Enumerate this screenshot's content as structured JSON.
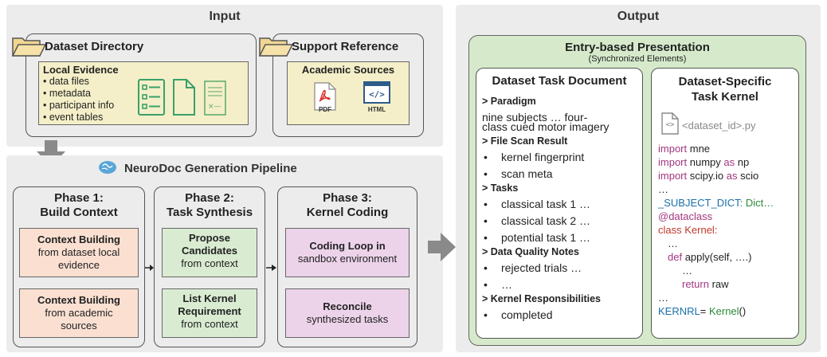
{
  "input": {
    "title": "Input",
    "dataset_directory": {
      "title": "Dataset Directory",
      "local_evidence": {
        "title": "Local Evidence",
        "items": [
          "data files",
          "metadata",
          "participant info",
          "event tables"
        ]
      }
    },
    "support_reference": {
      "title": "Support Reference",
      "academic_sources": {
        "title": "Academic Sources",
        "pdf_label": "PDF",
        "html_label": "HTML",
        "html_glyph": "</>"
      }
    }
  },
  "pipeline": {
    "title": "NeuroDoc Generation Pipeline",
    "phase1": {
      "title_line1": "Phase 1:",
      "title_line2": "Build Context",
      "box1_bold": "Context Building",
      "box1_line1": "from dataset local",
      "box1_line2": "evidence",
      "box2_bold": "Context Building",
      "box2_line1": "from academic",
      "box2_line2": "sources"
    },
    "phase2": {
      "title_line1": "Phase 2:",
      "title_line2": "Task Synthesis",
      "box1_bold1": "Propose",
      "box1_bold2": "Candidates",
      "box1_line": "from context",
      "box2_bold1": "List Kernel",
      "box2_bold2": "Requirement",
      "box2_line": "from context"
    },
    "phase3": {
      "title_line1": "Phase 3:",
      "title_line2": "Kernel Coding",
      "box1_bold": "Coding Loop in",
      "box1_line": "sandbox environment",
      "box2_bold": "Reconcile",
      "box2_line": "synthesized tasks"
    }
  },
  "output": {
    "title": "Output",
    "entry_title": "Entry-based Presentation",
    "entry_subtitle": "(Synchronized Elements)",
    "doc": {
      "title": "Dataset Task Document",
      "paradigm_head": "> Paradigm",
      "paradigm_line1": "nine subjects … four-",
      "paradigm_line2": "class cued motor imagery",
      "scan_head": "> File Scan Result",
      "scan_items": [
        "kernel fingerprint",
        "scan meta"
      ],
      "tasks_head": "> Tasks",
      "tasks_items": [
        "classical task 1 …",
        "classical task 2 …",
        "potential task 1 …"
      ],
      "quality_head": "> Data Quality Notes",
      "quality_items": [
        "rejected trials …",
        "…"
      ],
      "resp_head": "> Kernel Responsibilities",
      "resp_items": [
        "completed"
      ],
      "bullet": "•"
    },
    "kernel": {
      "title_line1": "Dataset-Specific",
      "title_line2": "Task Kernel",
      "file_name": "<dataset_id>.py",
      "file_glyph": "<>",
      "code": {
        "l1_kw": "import",
        "l1_rest": " mne",
        "l2_kw": "import",
        "l2_mid": " numpy ",
        "l2_as": "as",
        "l2_rest": " np",
        "l3_kw": "import",
        "l3_mid": " scipy.io ",
        "l3_as": "as",
        "l3_rest": " scio",
        "l4": "…",
        "l5_name": "_SUBJECT_DICT",
        "l5_colon": ": ",
        "l5_type": "Dict…",
        "l6": "@dataclass",
        "l7_kw": "class",
        "l7_rest": " Kernel:",
        "l8": "…",
        "l9_kw": "def",
        "l9_fn": " apply",
        "l9_rest": "(self, ….)",
        "l10": "…",
        "l11_kw": "return",
        "l11_rest": " raw",
        "l12": "…",
        "l13_name": "KERNRL",
        "l13_eq": "= ",
        "l13_cls": "Kernel",
        "l13_rest": "()"
      }
    }
  },
  "colors": {
    "panel": "#ececec",
    "yellow": "#f4efc8",
    "orange": "#fbe0d2",
    "green": "#d9ecd2",
    "purple": "#ecd3ea",
    "output_green": "#d6eacb",
    "keyword": "#a3367f",
    "name": "#1b6fa8",
    "type": "#2a8a3c"
  },
  "icons": [
    "folder-icon",
    "checklist-icon",
    "document-icon",
    "spreadsheet-icon",
    "pdf-icon",
    "html-icon",
    "brain-icon",
    "down-arrow-icon",
    "right-arrow-icon",
    "file-code-icon"
  ]
}
